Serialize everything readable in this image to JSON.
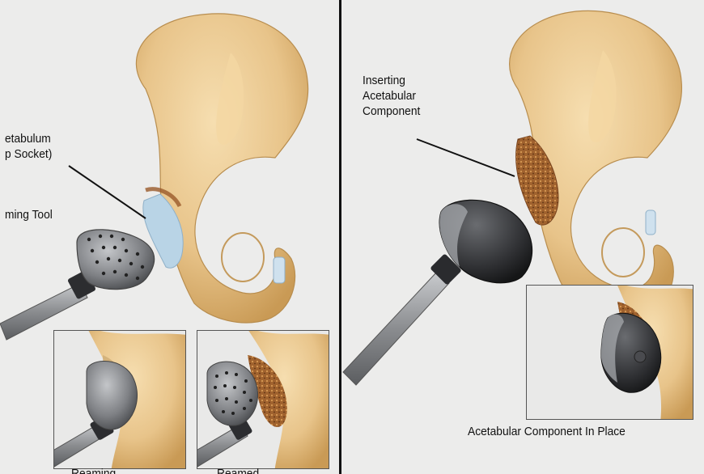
{
  "left_panel": {
    "labels": {
      "acetabulum": "etabulum\np Socket)",
      "reaming_tool": "ming Tool",
      "bottom_left": "Reaming",
      "bottom_right": "Reamed"
    }
  },
  "right_panel": {
    "labels": {
      "inserting": "Inserting\nAcetabular\nComponent",
      "in_place": "Acetabular Component In Place"
    }
  },
  "colors": {
    "bone": "#e8c48a",
    "bone_shadow": "#c99a55",
    "cancellous": "#9a5a2a",
    "cartilage": "#b9d4e6",
    "metal": "#8b8d90",
    "metal_dark": "#3a3b3e",
    "background": "#ececeb"
  }
}
